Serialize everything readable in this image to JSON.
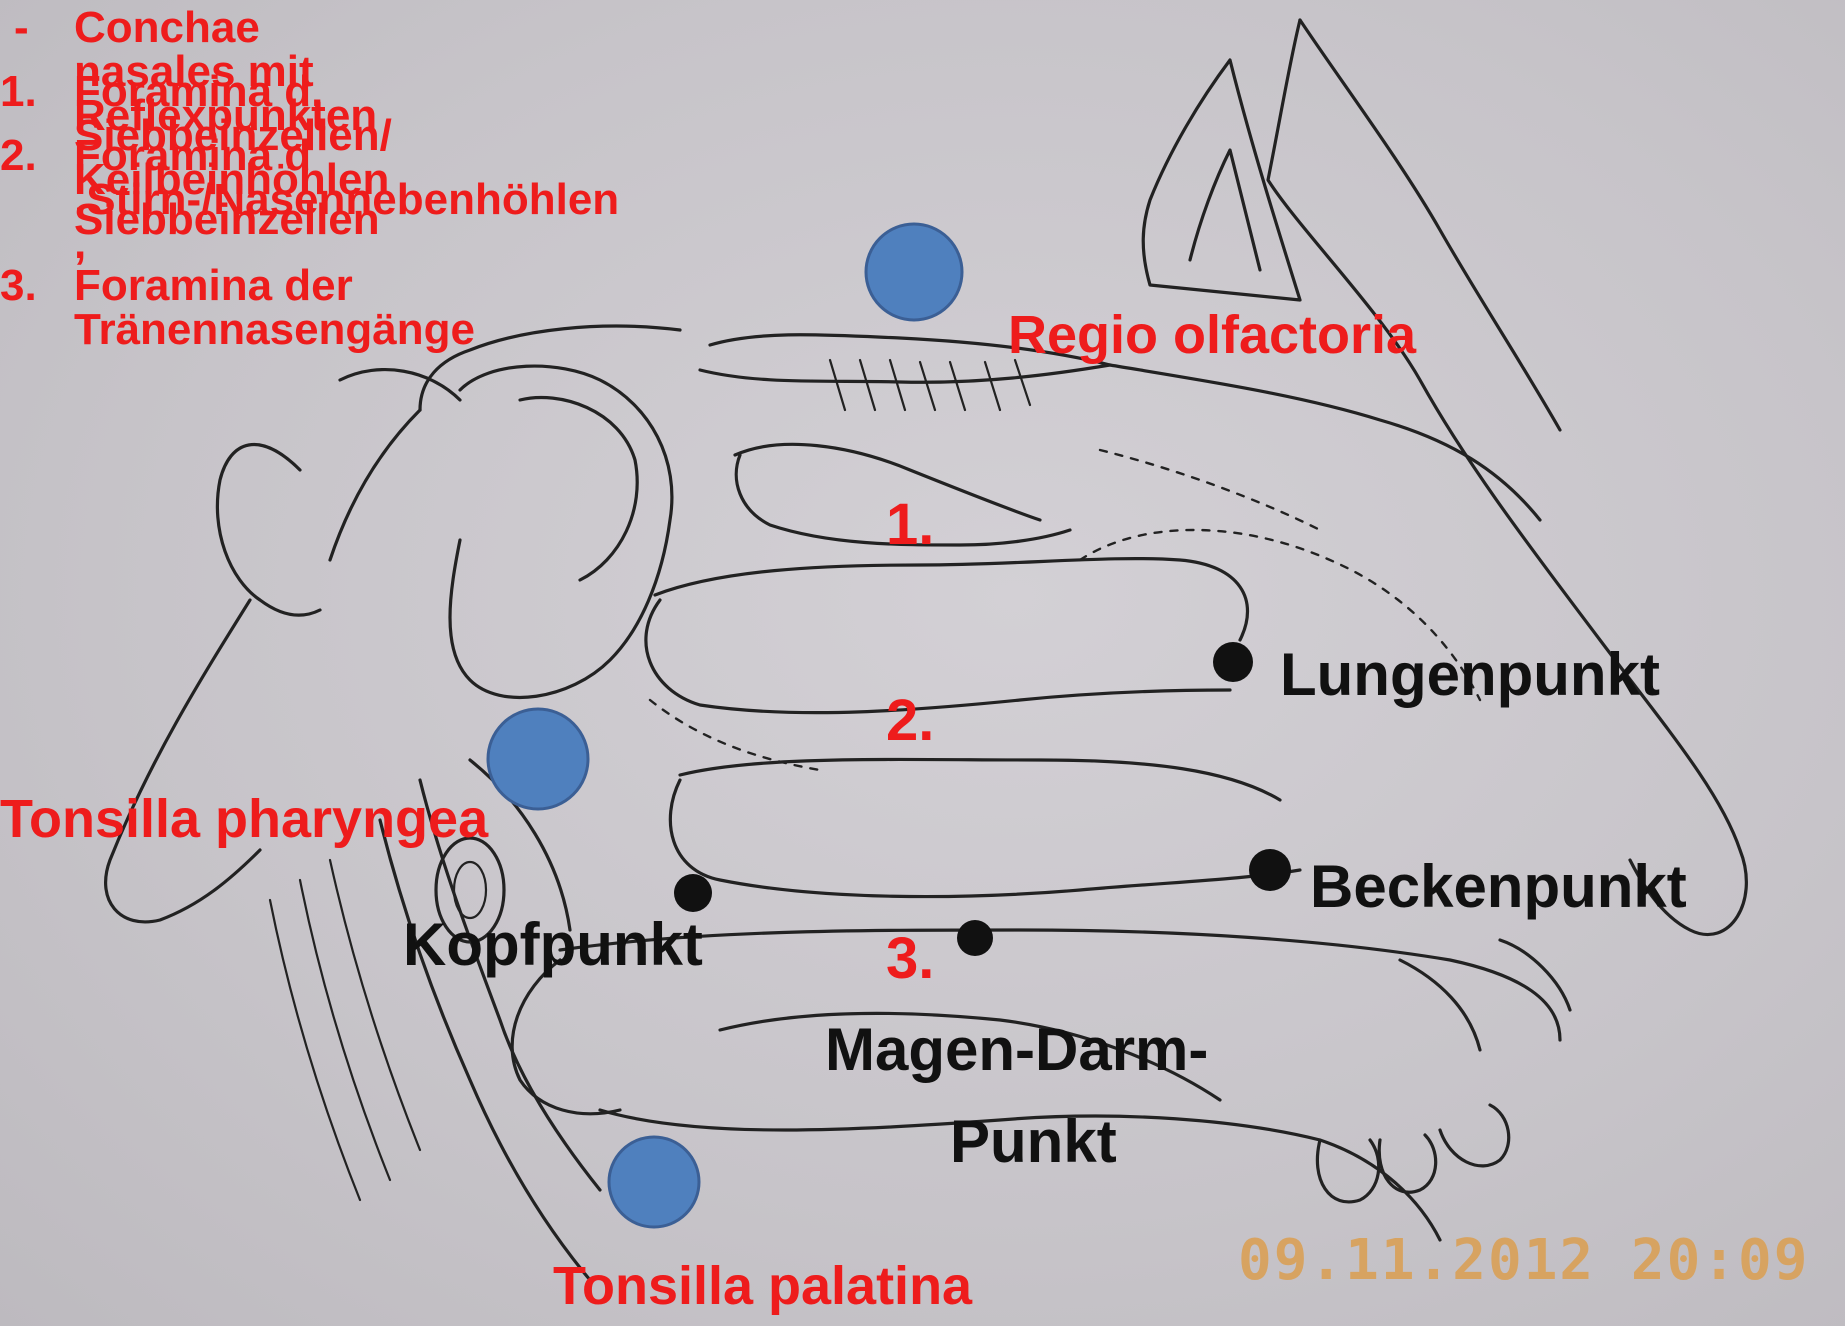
{
  "legend": {
    "items": [
      {
        "marker": "-",
        "text": "Conchae nasales mit Reflexpunkten"
      },
      {
        "marker": "1.",
        "text": "Foramina d. Siebbeinzellen/ Keilbeinhöhlen"
      },
      {
        "marker": "2.",
        "text": "Foramina d .Stirn-/Nasennebenhöhlen ,"
      },
      {
        "marker": "",
        "text": "Siebbeinzellen"
      },
      {
        "marker": "3.",
        "text": "Foramina der Tränennasengänge"
      }
    ]
  },
  "labels": {
    "regio_olfactoria": "Regio olfactoria",
    "tonsilla_pharyngea": "Tonsilla pharyngea",
    "tonsilla_palatina": "Tonsilla palatina",
    "lungenpunkt": "Lungenpunkt",
    "beckenpunkt": "Beckenpunkt",
    "kopfpunkt": "Kopfpunkt",
    "magen_darm_line1": "Magen-Darm-",
    "magen_darm_line2": "Punkt"
  },
  "numbers": {
    "n1": "1.",
    "n2": "2.",
    "n3": "3."
  },
  "timestamp": "09.11.2012  20:09",
  "colors": {
    "label_red": "#ee1c1c",
    "label_black": "#111111",
    "marker_blue": "#4f80be",
    "reflex_point_black": "#111111",
    "timestamp_orange": "#d9a25c",
    "background": "#c9c6cb"
  }
}
